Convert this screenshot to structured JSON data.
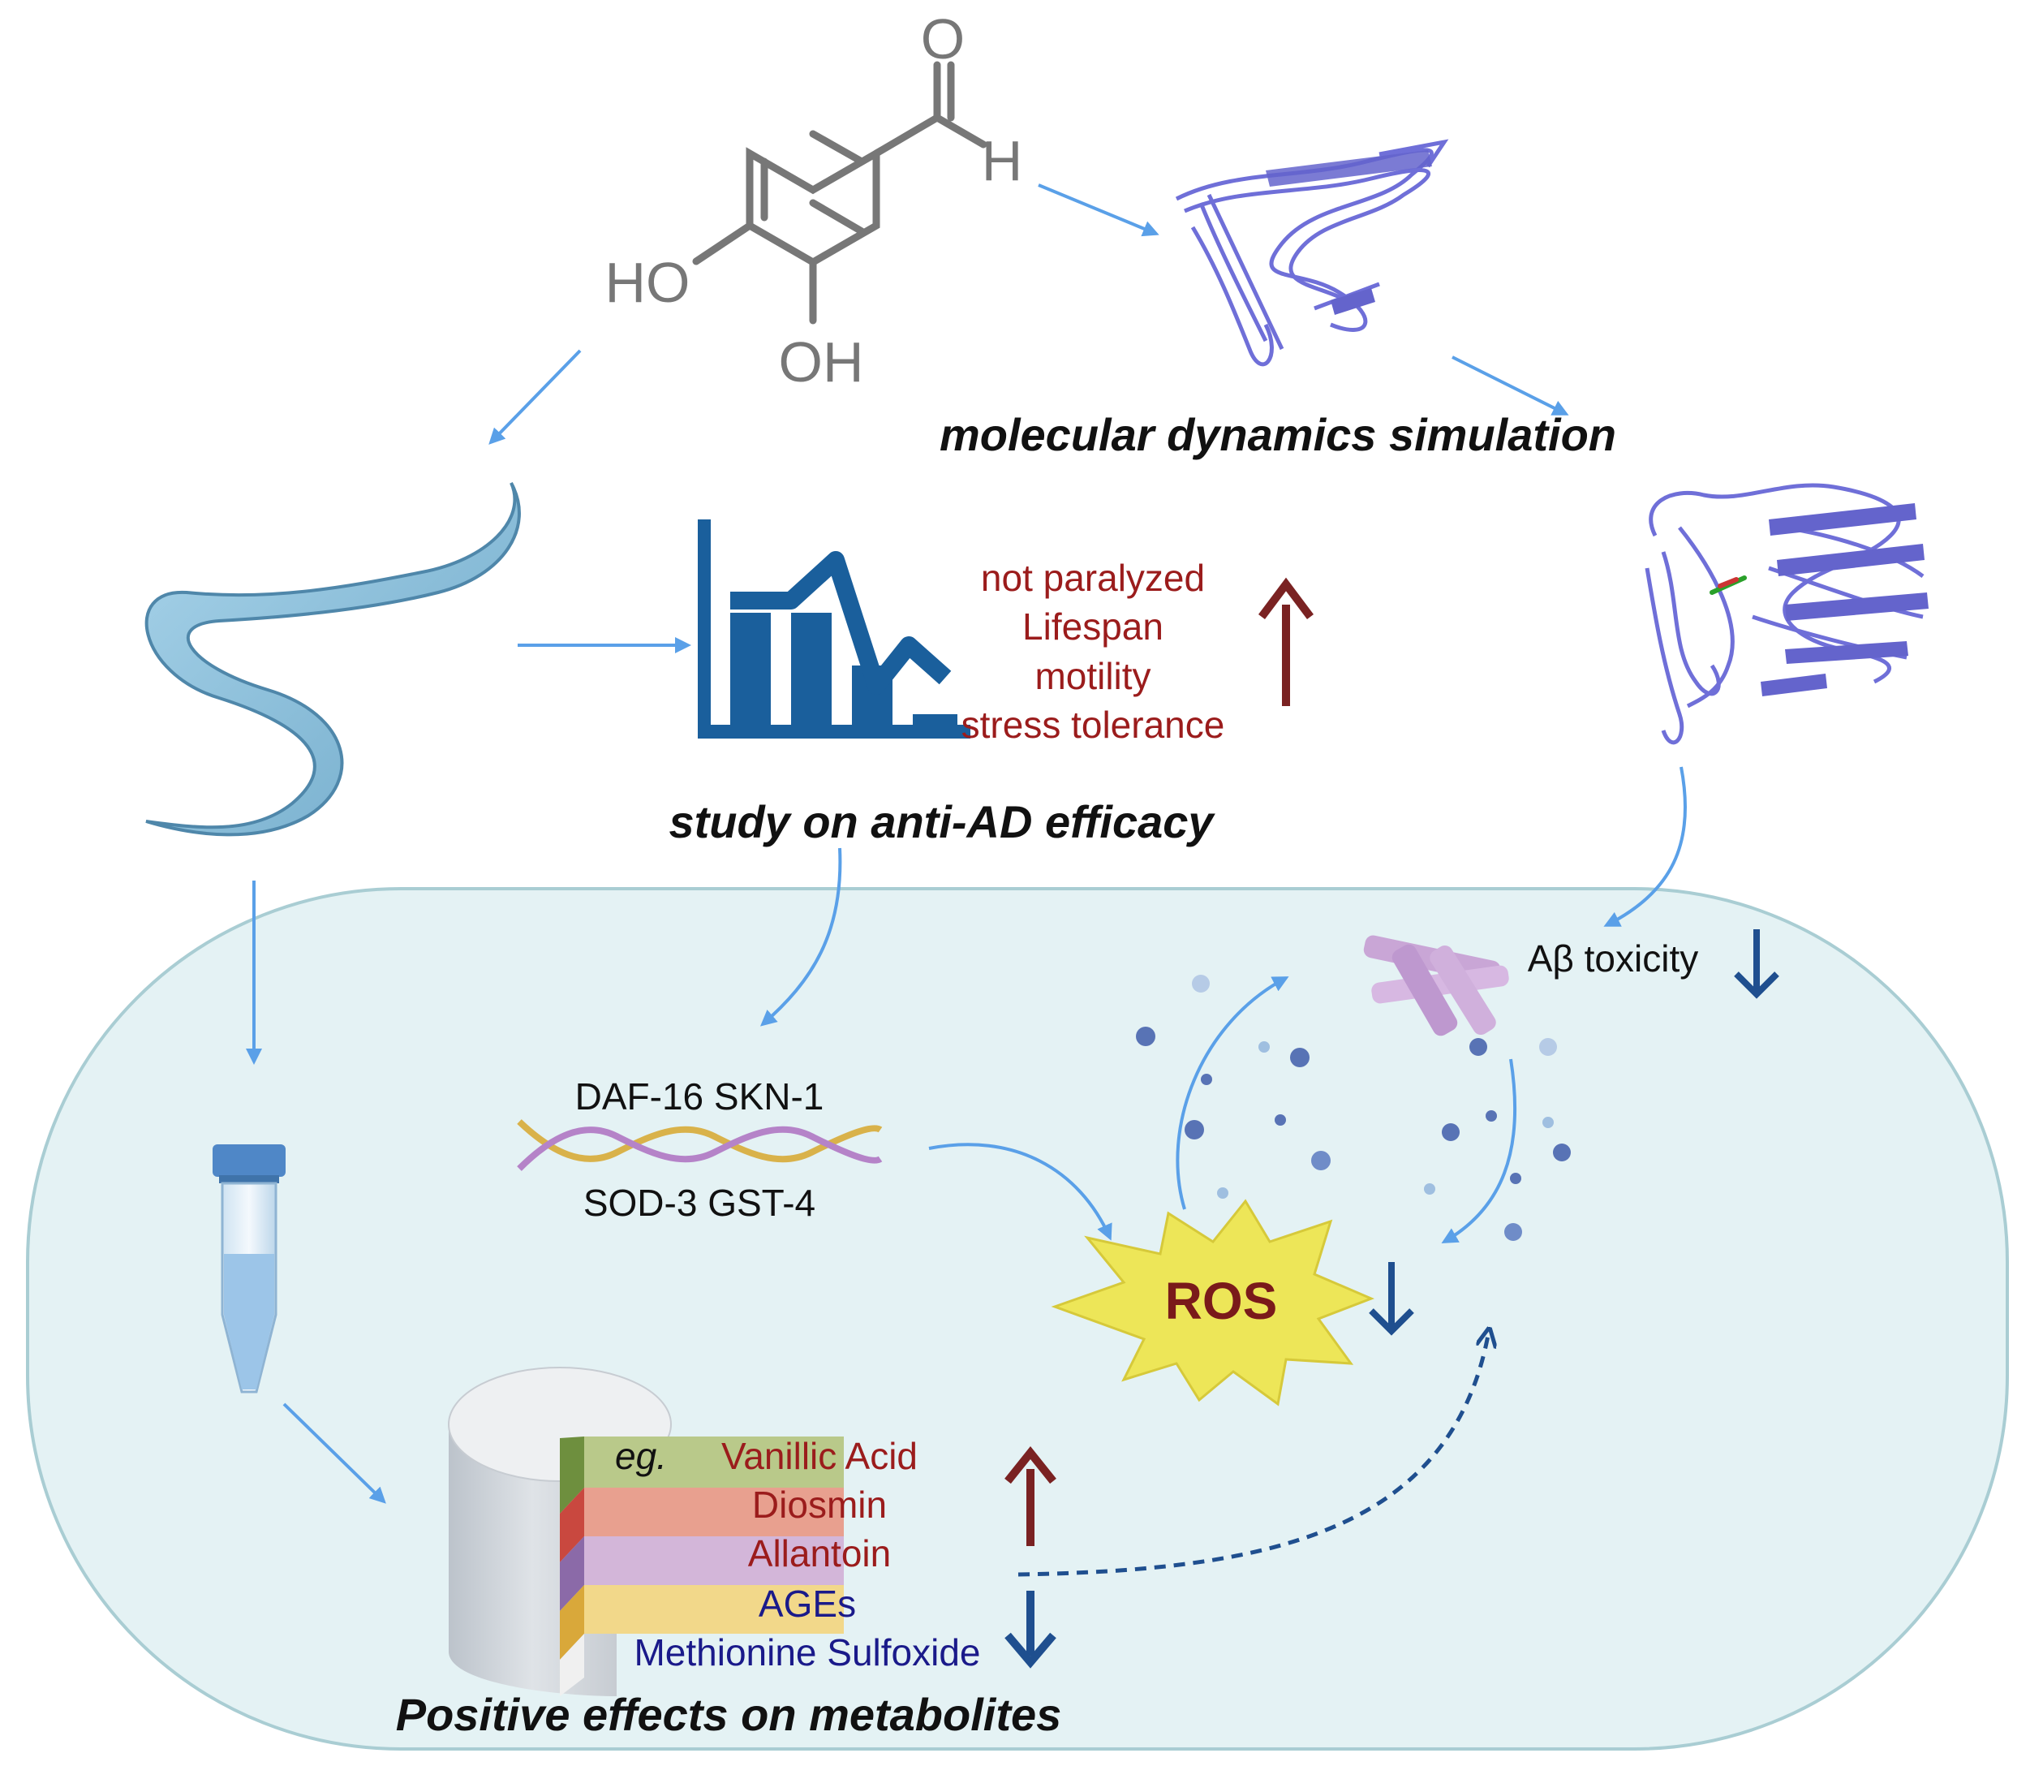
{
  "molecule": {
    "atom_o_top": "O",
    "atom_h": "H",
    "atom_ho": "HO",
    "atom_oh": "OH"
  },
  "labels": {
    "md_simulation": "molecular dynamics simulation",
    "anti_ad_study": "study on anti-AD efficacy",
    "metabolites_title": "Positive effects on metabolites",
    "abeta_toxicity": "Aβ toxicity",
    "ros": "ROS",
    "genes_top": "DAF-16 SKN-1",
    "genes_bottom": "SOD-3 GST-4"
  },
  "efficacy_outcomes": [
    "not paralyzed",
    "Lifespan",
    "motility",
    "stress tolerance"
  ],
  "metabolites": {
    "prefix": "eg.",
    "increased": [
      "Vanillic Acid",
      "Diosmin",
      "Allantoin"
    ],
    "decreased": [
      "AGEs",
      "Methionine Sulfoxide"
    ]
  },
  "colors": {
    "up_arrow": "#7a2222",
    "down_arrow": "#1f4f8f",
    "flow_arrow": "#5aa0e8",
    "increased_text": "#9b1c1c",
    "decreased_text": "#1a1a8a",
    "cell_fill": "#e4f2f4",
    "cell_border": "#a9cdd3",
    "chart_blue": "#1a5f9c",
    "protein": "#6f6fd8",
    "ros_fill": "#ede658",
    "ros_text": "#7a1a1a"
  }
}
